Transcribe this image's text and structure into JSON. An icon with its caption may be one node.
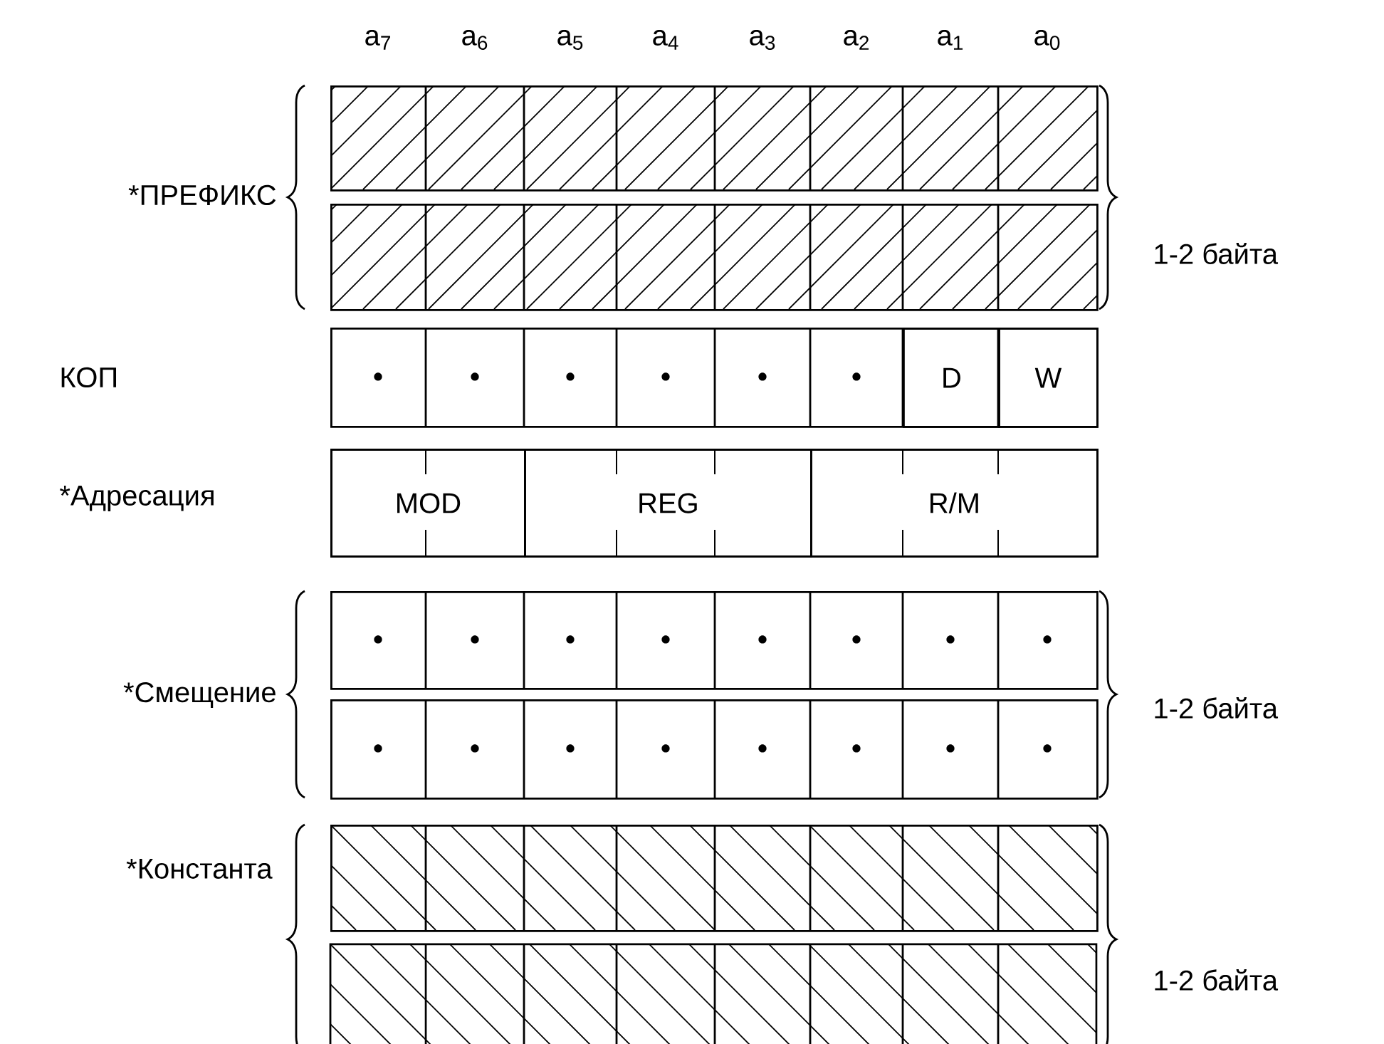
{
  "diagram": {
    "nodes": [
      {
        "text": [],
        "shape": "box"
      },
      {
        "text": [],
        "shape": "box"
      },
      {
        "text": [],
        "shape": "box"
      },
      {
        "text": [
          "D"
        ],
        "in": 2
      },
      {
        "text": [
          "W"
        ],
        "in": 2
      },
      {
        "text": [],
        "shape": "box"
      },
      {
        "text": [
          "MOD"
        ],
        "in": 5
      },
      {
        "text": [
          "REG"
        ],
        "in": 5
      },
      {
        "text": [
          "R/M"
        ],
        "in": 5
      },
      {
        "text": [],
        "shape": "box"
      },
      {
        "text": [],
        "shape": "box"
      },
      {
        "text": [],
        "shape": "box"
      },
      {
        "text": [],
        "shape": "box"
      }
    ],
    "labels": [
      "a$_{7}$",
      "a$_{6}$",
      "a$_{5}$",
      "a$_{4}$",
      "a$_{3}$",
      "a$_{2}$",
      "a$_{1}$",
      "a$_{0}$",
      "*ПРЕФИКС",
      "1-2 байта",
      "КОП",
      "*Адресация",
      "*Смещение",
      "1-2 байта",
      "*Константа",
      "1-2 байта"
    ]
  }
}
